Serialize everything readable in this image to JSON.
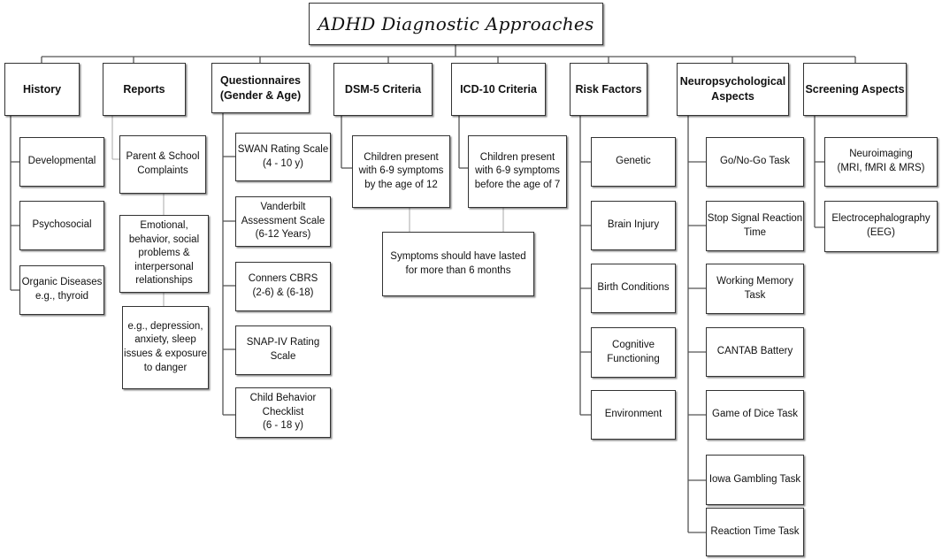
{
  "title": "ADHD Diagnostic Approaches",
  "categories": {
    "history": "History",
    "reports": "Reports",
    "questionnaires": [
      "Questionnaires",
      "(Gender & Age)"
    ],
    "dsm5": "DSM-5 Criteria",
    "icd10": "ICD-10 Criteria",
    "risk": "Risk Factors",
    "neuro": [
      "Neuropsychological",
      "Aspects"
    ],
    "screening": "Screening Aspects"
  },
  "history": {
    "developmental": "Developmental",
    "psychosocial": "Psychosocial",
    "organic": [
      "Organic Diseases",
      "e.g., thyroid"
    ]
  },
  "reports": {
    "complaints": [
      "Parent & School",
      "Complaints"
    ],
    "emotional": [
      "Emotional,",
      "behavior, social",
      "problems &",
      "interpersonal",
      "relationships"
    ],
    "examples": [
      "e.g., depression,",
      "anxiety, sleep",
      "issues & exposure",
      "to danger"
    ]
  },
  "questionnaires": {
    "swan": [
      "SWAN Rating Scale",
      "(4 - 10 y)"
    ],
    "vanderbilt": [
      "Vanderbilt",
      "Assessment Scale",
      "(6-12 Years)"
    ],
    "conners": [
      "Conners CBRS",
      "(2-6) & (6-18)"
    ],
    "snap": [
      "SNAP-IV Rating",
      "Scale"
    ],
    "cbcl": [
      "Child Behavior",
      "Checklist",
      "(6 - 18 y)"
    ]
  },
  "dsm5": {
    "children": [
      "Children present",
      "with 6-9 symptoms",
      "by the age of 12"
    ]
  },
  "icd10": {
    "children": [
      "Children present",
      "with 6-9 symptoms",
      "before the age of 7"
    ]
  },
  "duration": [
    "Symptoms should have lasted",
    "for more than 6 months"
  ],
  "risk": {
    "genetic": "Genetic",
    "brain": "Brain Injury",
    "birth": "Birth Conditions",
    "cognitive": [
      "Cognitive",
      "Functioning"
    ],
    "environment": "Environment"
  },
  "neuro": {
    "gonogo": "Go/No-Go Task",
    "stopsignal": [
      "Stop Signal Reaction",
      "Time"
    ],
    "workingmemory": [
      "Working Memory",
      "Task"
    ],
    "cantab": "CANTAB Battery",
    "dice": "Game of Dice Task",
    "iowa": "Iowa Gambling Task",
    "reaction": "Reaction Time Task"
  },
  "screening": {
    "neuroimaging": [
      "Neuroimaging",
      "(MRI, fMRI & MRS)"
    ],
    "eeg": [
      "Electrocephalography",
      "(EEG)"
    ]
  }
}
